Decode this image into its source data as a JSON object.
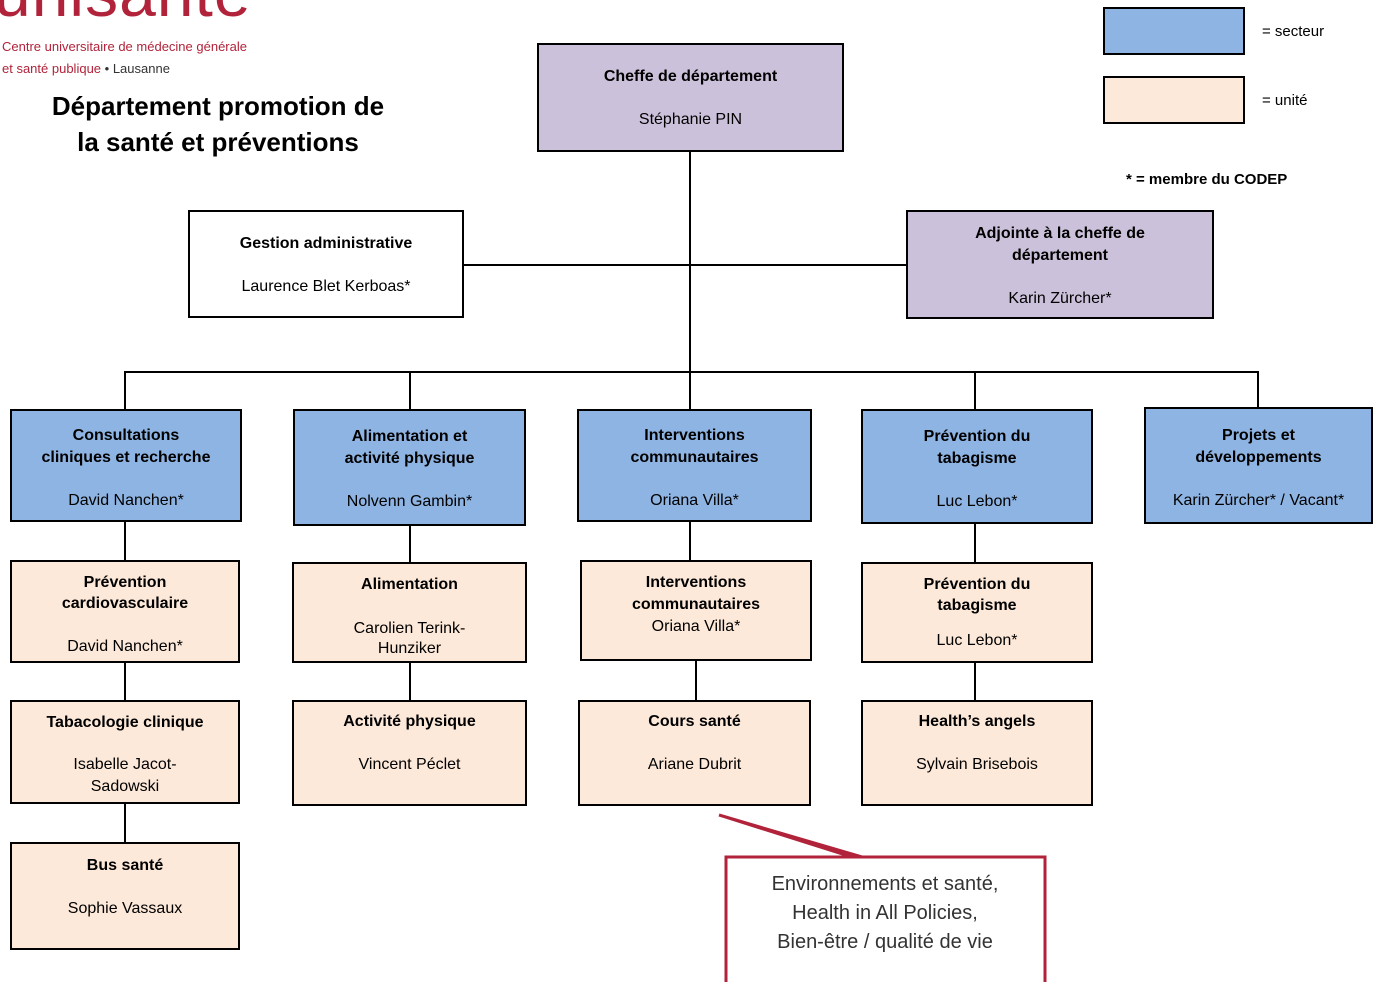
{
  "logo": {
    "word": "unisanté",
    "line1": "Centre universitaire de médecine générale",
    "line2": "et santé publique",
    "line2_sep": " • ",
    "line2_city": "Lausanne"
  },
  "department_title": {
    "line1": "Département promotion de",
    "line2": "la santé et préventions"
  },
  "legend": {
    "secteur_label": "= secteur",
    "unite_label": "= unité",
    "codep_note": "*  = membre du CODEP"
  },
  "colors": {
    "secteur": "#8eb4e3",
    "unite": "#fde9d9",
    "direction": "#ccc1da",
    "brand": "#b1233a",
    "callout_border": "#b1233a"
  },
  "direction": {
    "head": {
      "title": "Cheffe de département",
      "name": "Stéphanie PIN"
    },
    "admin": {
      "title": "Gestion administrative",
      "name": "Laurence Blet Kerboas*"
    },
    "deputy": {
      "title_line1": "Adjointe à la cheffe de",
      "title_line2": "département",
      "name": "Karin Zürcher*"
    }
  },
  "sectors": [
    {
      "title_line1": "Consultations",
      "title_line2": "cliniques et recherche",
      "name": "David Nanchen*"
    },
    {
      "title_line1": "Alimentation et",
      "title_line2": "activité physique",
      "name": "Nolvenn Gambin*"
    },
    {
      "title_line1": "Interventions",
      "title_line2": "communautaires",
      "name": "Oriana Villa*"
    },
    {
      "title_line1": "Prévention du",
      "title_line2": "tabagisme",
      "name": "Luc Lebon*"
    },
    {
      "title_line1": "Projets et",
      "title_line2": "développements",
      "name": "Karin Zürcher* / Vacant*"
    }
  ],
  "units": {
    "col1": [
      {
        "title_line1": "Prévention",
        "title_line2": "cardiovasculaire",
        "name_line1": "David Nanchen*",
        "name_line2": ""
      },
      {
        "title_line1": "Tabacologie clinique",
        "title_line2": "",
        "name_line1": "Isabelle Jacot-",
        "name_line2": "Sadowski"
      },
      {
        "title_line1": "Bus santé",
        "title_line2": "",
        "name_line1": "Sophie Vassaux",
        "name_line2": ""
      }
    ],
    "col2": [
      {
        "title_line1": "Alimentation",
        "title_line2": "",
        "name_line1": "Carolien Terink-",
        "name_line2": "Hunziker"
      },
      {
        "title_line1": "Activité physique",
        "title_line2": "",
        "name_line1": "Vincent Péclet",
        "name_line2": ""
      }
    ],
    "col3": [
      {
        "title_line1": "Interventions",
        "title_line2": "communautaires",
        "name_line1": "Oriana Villa*",
        "name_line2": ""
      },
      {
        "title_line1": "Cours santé",
        "title_line2": "",
        "name_line1": "Ariane Dubrit",
        "name_line2": ""
      }
    ],
    "col4": [
      {
        "title_line1": "Prévention du",
        "title_line2": "tabagisme",
        "name_line1": "Luc Lebon*",
        "name_line2": ""
      },
      {
        "title_line1": "Health’s angels",
        "title_line2": "",
        "name_line1": "Sylvain Brisebois",
        "name_line2": ""
      }
    ]
  },
  "callout": {
    "line1": "Environnements et santé,",
    "line2": "Health in All Policies,",
    "line3": "Bien-être / qualité de vie"
  }
}
